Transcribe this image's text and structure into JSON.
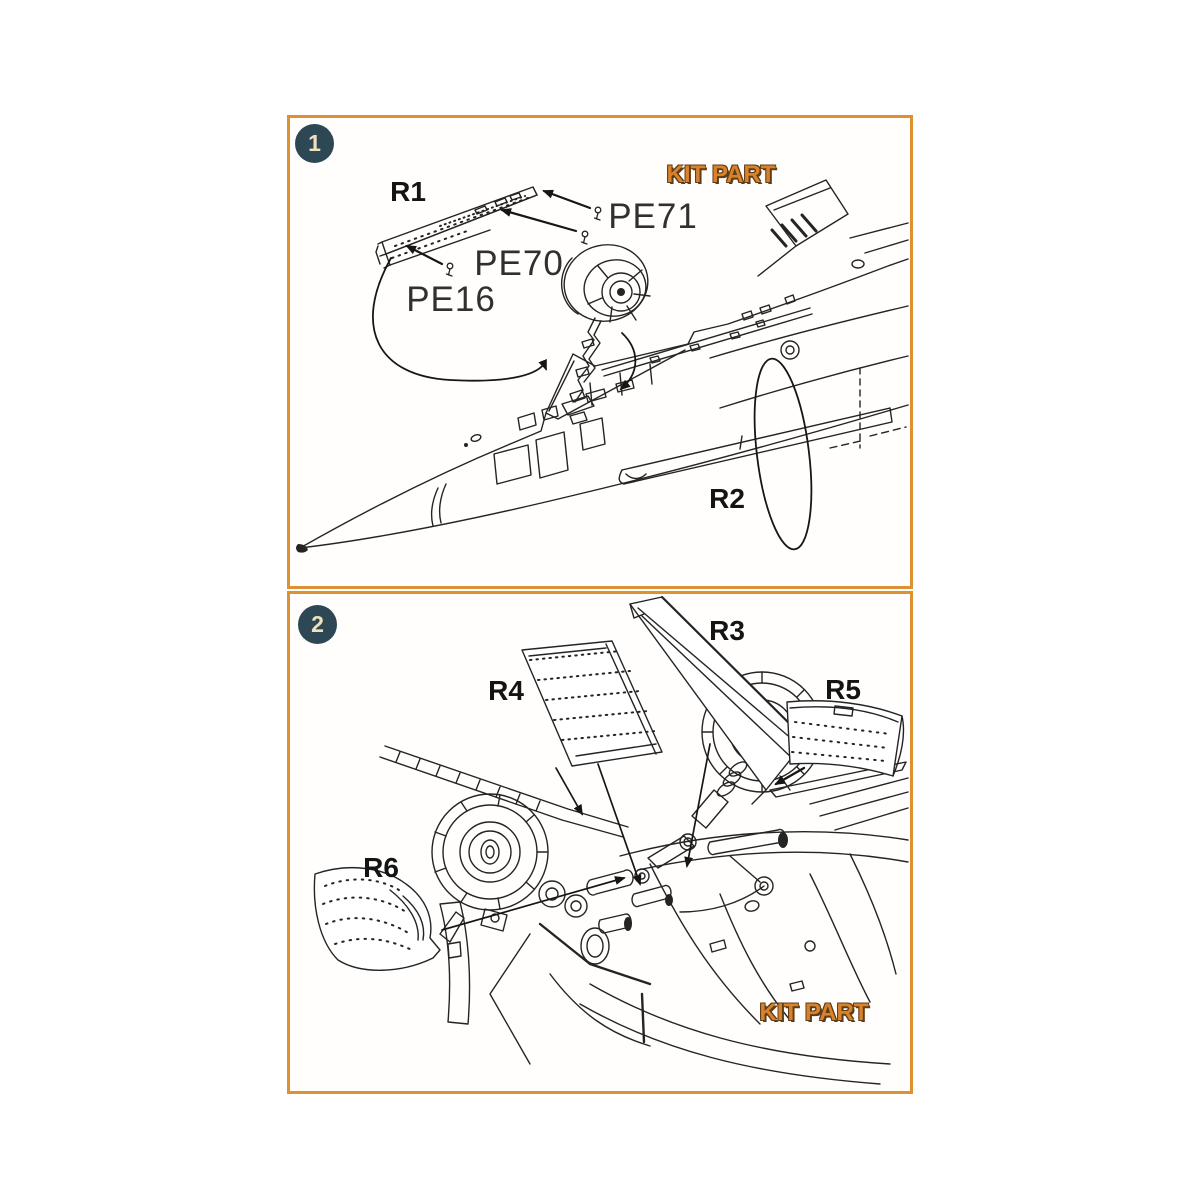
{
  "colors": {
    "panel_border": "#de9130",
    "badge_background": "#2d4754",
    "badge_text": "#f0e1bd",
    "kit_part_fill": "#d9822b",
    "kit_part_outline": "#5f3d16",
    "line_art": "#222222",
    "label_text": "#141414"
  },
  "panel1": {
    "badge": "1",
    "kit_part": "KIT PART",
    "labels": {
      "r1": "R1",
      "pe71": "PE71",
      "pe70": "PE70",
      "pe16": "PE16",
      "r2": "R2"
    }
  },
  "panel2": {
    "badge": "2",
    "kit_part": "KIT PART",
    "labels": {
      "r3": "R3",
      "r4": "R4",
      "r5": "R5",
      "r6": "R6"
    }
  }
}
